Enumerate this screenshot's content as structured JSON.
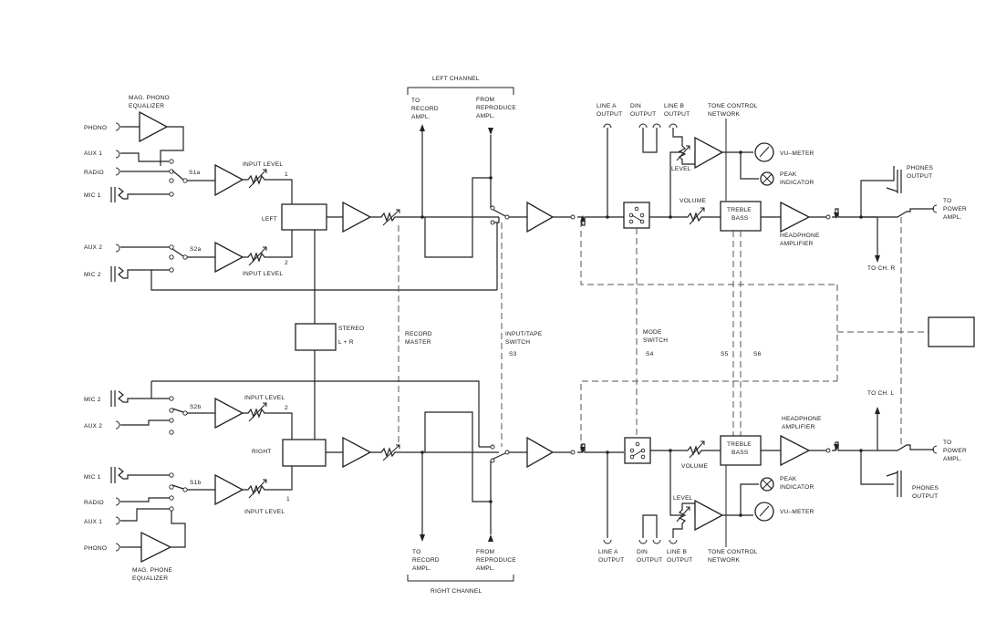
{
  "labels": {
    "left_channel": "LEFT CHANNEL",
    "right_channel": "RIGHT CHANNEL",
    "mag_phono_eq": [
      "MAG. PHONO",
      "EQUALIZER"
    ],
    "mag_phone_eq": [
      "MAG. PHONE",
      "EQUALIZER"
    ],
    "phono": "PHONO",
    "aux1": "AUX 1",
    "radio": "RADIO",
    "mic1": "MIC 1",
    "aux2": "AUX 2",
    "mic2": "MIC 2",
    "s1a": "S1a",
    "s2a": "S2a",
    "s2b": "S2b",
    "s1b": "S1b",
    "input_level": "INPUT LEVEL",
    "num1": "1",
    "num2": "2",
    "left": "LEFT",
    "right": "RIGHT",
    "stereo": "STEREO",
    "l_plus_r": "L + R",
    "record_master": [
      "RECORD",
      "MASTER"
    ],
    "input_tape_switch": [
      "INPUT/TAPE",
      "SWITCH"
    ],
    "s3": "S3",
    "to_record": [
      "TO",
      "RECORD",
      "AMPL."
    ],
    "from_reproduce": [
      "FROM",
      "REPRODUCE",
      "AMPL."
    ],
    "line_a_output": [
      "LINE A",
      "OUTPUT"
    ],
    "din_output": [
      "DIN",
      "OUTPUT"
    ],
    "line_b_output": [
      "LINE B",
      "OUTPUT"
    ],
    "tone_control": [
      "TONE CONTROL",
      "NETWORK"
    ],
    "level": "LEVEL",
    "vu_meter": "VU–METER",
    "peak_indicator": [
      "PEAK",
      "INDICATOR"
    ],
    "volume": "VOLUME",
    "treble": "TREBLE",
    "bass": "BASS",
    "headphone_amp": [
      "HEADPHONE",
      "AMPLIFIER"
    ],
    "phones_output": [
      "PHONES",
      "OUTPUT"
    ],
    "to_power": [
      "TO",
      "POWER",
      "AMPL."
    ],
    "to_ch_r": "TO CH. R",
    "to_ch_l": "TO CH. L",
    "mode_switch": [
      "MODE",
      "SWITCH"
    ],
    "s4": "S4",
    "s5": "S5",
    "s6": "S6"
  }
}
